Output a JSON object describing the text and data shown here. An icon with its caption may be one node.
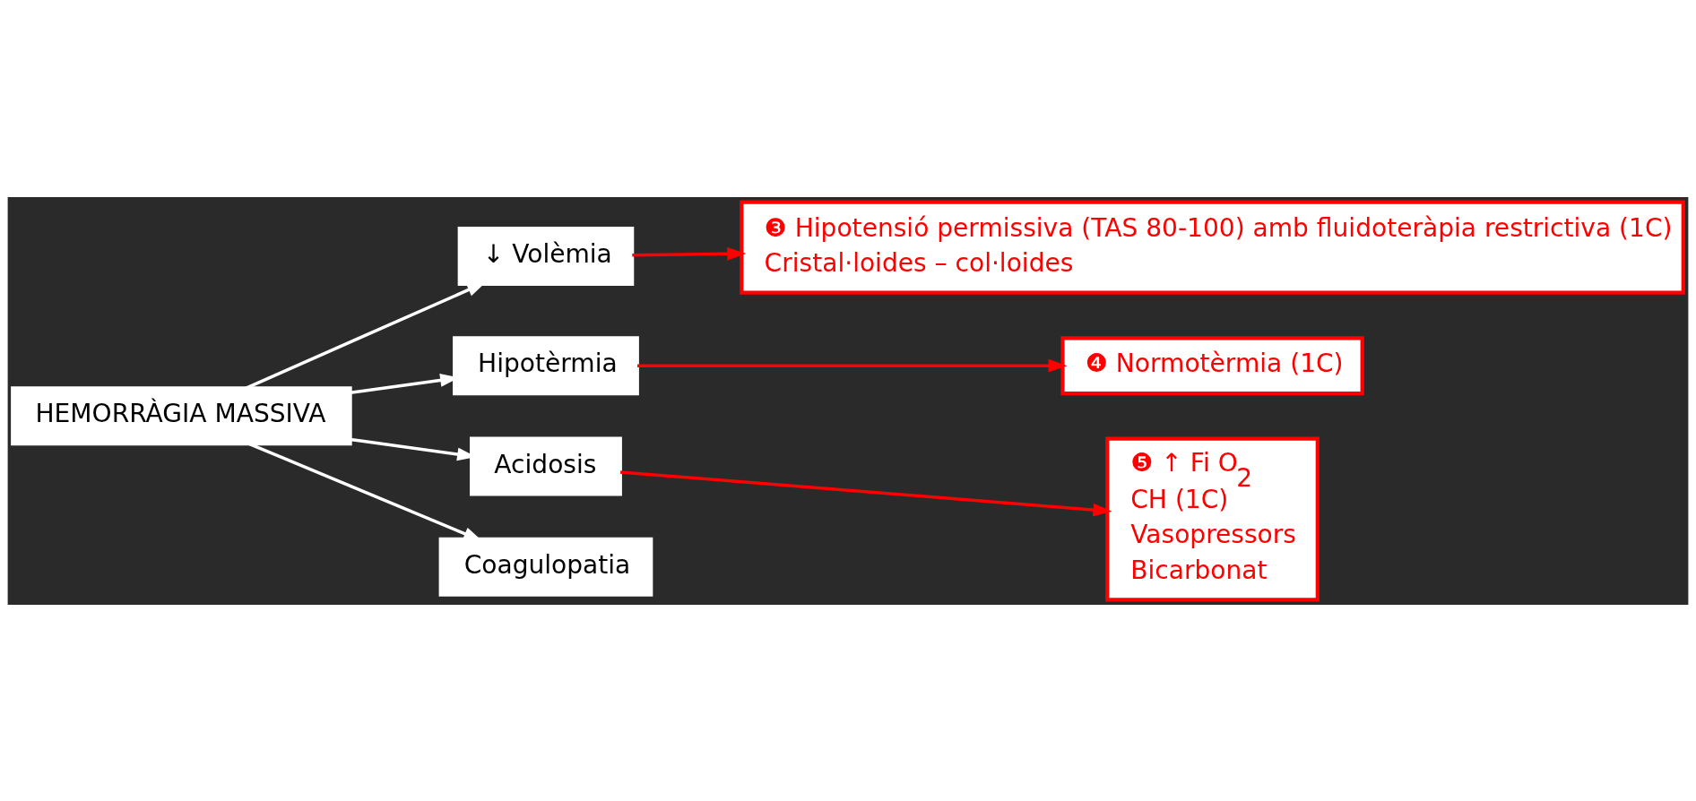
{
  "diagram": {
    "nodes": [
      {
        "text": [
          "HEMORRÀGIA MASSIVA"
        ]
      },
      {
        "text": [
          "↓ Volèmia"
        ]
      },
      {
        "text": [
          "Hipotèrmia"
        ]
      },
      {
        "text": [
          "Acidosis"
        ]
      },
      {
        "text": [
          "Coagulopatia"
        ]
      },
      {
        "text": [
          "❸ Hipotensió permissiva (TAS 80-100) amb fluidoteràpia restrictiva (1C)",
          "Cristal·loides – col·loides"
        ]
      },
      {
        "text": [
          "❹ Normotèrmia (1C)"
        ]
      },
      {
        "text": [
          "❺ ↑ Fi O$_{2}$",
          "CH (1C)",
          "Vasopressors",
          "Bicarbonat"
        ]
      }
    ],
    "edges": [
      {
        "from": 0,
        "to": 1,
        "arrow": "to"
      },
      {
        "from": 0,
        "to": 2,
        "arrow": "to"
      },
      {
        "from": 0,
        "to": 3,
        "arrow": "to"
      },
      {
        "from": 0,
        "to": 4,
        "arrow": "to"
      },
      {
        "from": 1,
        "to": 5,
        "arrow": "to",
        "color": "#ff0000"
      },
      {
        "from": 2,
        "to": 6,
        "arrow": "to",
        "color": "#ff0000"
      },
      {
        "from": 3,
        "to": 7,
        "arrow": "to",
        "color": "#ff0000"
      }
    ]
  }
}
